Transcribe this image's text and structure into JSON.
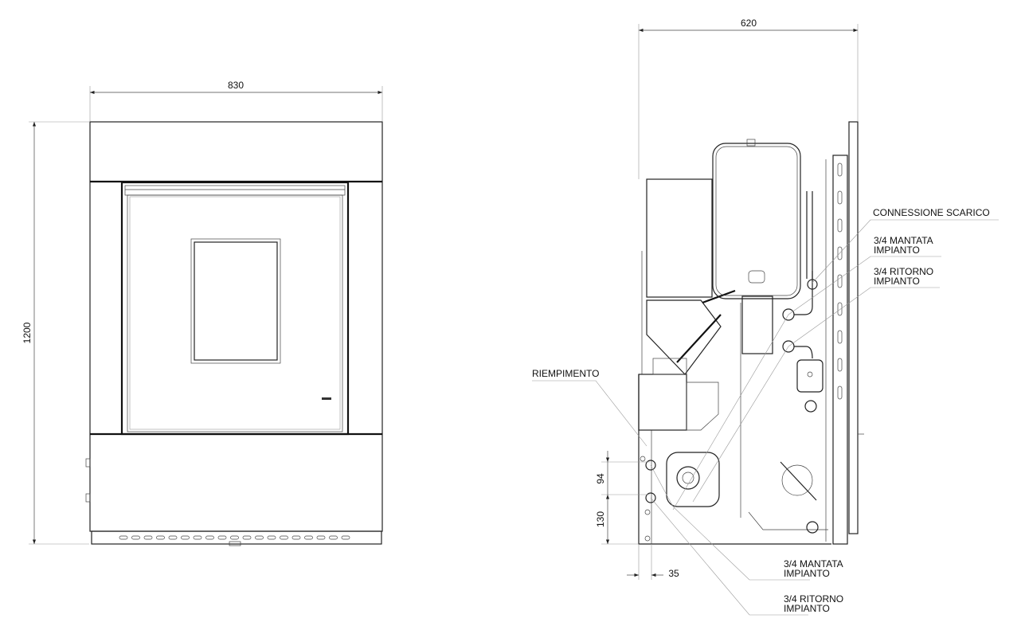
{
  "front_view": {
    "width_dim": "830",
    "height_dim": "1200"
  },
  "side_view": {
    "depth_dim": "620",
    "dim_94": "94",
    "dim_130": "130",
    "dim_35": "35",
    "labels": {
      "connessione_scarico": "CONNESSIONE SCARICO",
      "mandata_top_1": "3/4 MANTATA",
      "mandata_top_2": "IMPIANTO",
      "ritorno_top_1": "3/4 RITORNO",
      "ritorno_top_2": "IMPIANTO",
      "riempimento": "RIEMPIMENTO",
      "mandata_bottom_1": "3/4 MANTATA",
      "mandata_bottom_2": "IMPIANTO",
      "ritorno_bottom_1": "3/4 RITORNO",
      "ritorno_bottom_2": "IMPIANTO"
    }
  }
}
